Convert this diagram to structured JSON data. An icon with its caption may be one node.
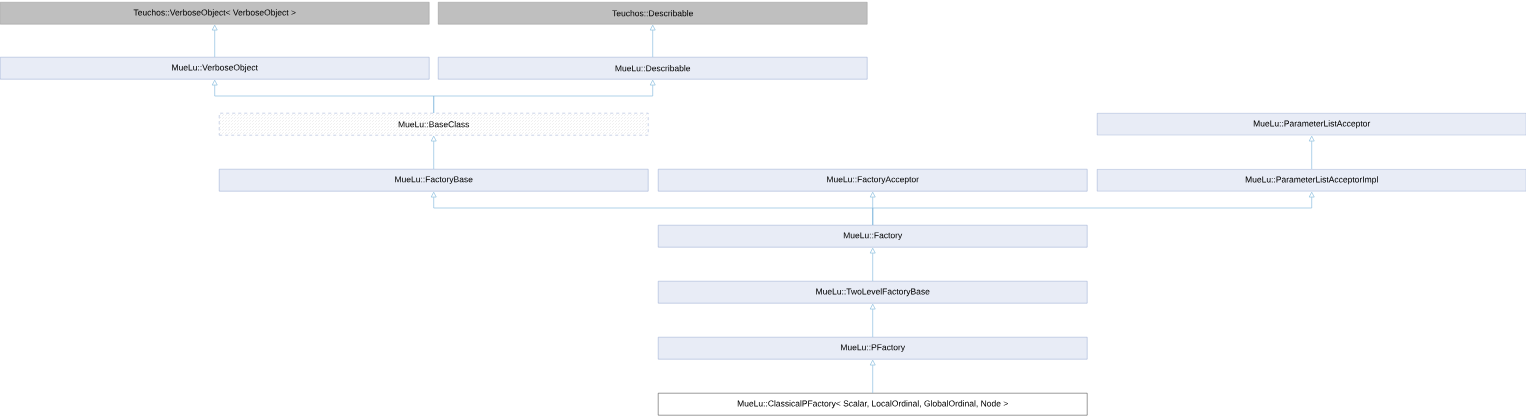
{
  "diagram": {
    "nodes": [
      {
        "text": [
          "Teuchos::VerboseObject< VerboseObject >"
        ]
      },
      {
        "text": [
          "Teuchos::Describable"
        ]
      },
      {
        "text": [
          "MueLu::VerboseObject"
        ]
      },
      {
        "text": [
          "MueLu::Describable"
        ]
      },
      {
        "text": [
          "MueLu::BaseClass"
        ]
      },
      {
        "text": [
          "MueLu::ParameterListAcceptor"
        ]
      },
      {
        "text": [
          "MueLu::FactoryBase"
        ]
      },
      {
        "text": [
          "MueLu::FactoryAcceptor"
        ]
      },
      {
        "text": [
          "MueLu::ParameterListAcceptorImpl"
        ]
      },
      {
        "text": [
          "MueLu::Factory"
        ]
      },
      {
        "text": [
          "MueLu::TwoLevelFactoryBase"
        ]
      },
      {
        "text": [
          "MueLu::PFactory"
        ]
      },
      {
        "text": [
          "MueLu::ClassicalPFactory< Scalar, LocalOrdinal, GlobalOrdinal, Node >"
        ]
      }
    ],
    "edges": [
      {
        "from": 2,
        "to": 0,
        "arrow": "to"
      },
      {
        "from": 3,
        "to": 1,
        "arrow": "to"
      },
      {
        "from": 4,
        "to": 2,
        "arrow": "to"
      },
      {
        "from": 4,
        "to": 3,
        "arrow": "to"
      },
      {
        "from": 6,
        "to": 4,
        "arrow": "to"
      },
      {
        "from": 8,
        "to": 5,
        "arrow": "to"
      },
      {
        "from": 9,
        "to": 6,
        "arrow": "to"
      },
      {
        "from": 9,
        "to": 7,
        "arrow": "to"
      },
      {
        "from": 9,
        "to": 8,
        "arrow": "to"
      },
      {
        "from": 10,
        "to": 9,
        "arrow": "to"
      },
      {
        "from": 11,
        "to": 10,
        "arrow": "to"
      },
      {
        "from": 12,
        "to": 11,
        "arrow": "to"
      }
    ]
  }
}
